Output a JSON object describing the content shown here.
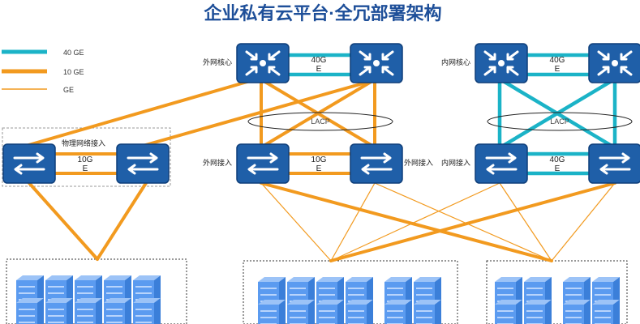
{
  "title": "企业私有云平台·全冗部署架构",
  "legend": [
    {
      "label": "40 GE",
      "color": "#1bb3c7"
    },
    {
      "label": "10 GE",
      "color": "#f29a1f"
    },
    {
      "label": "GE",
      "color": "#f29a1f"
    }
  ],
  "groups": {
    "physical_access": "物理网络接入",
    "outer_core": "外网核心",
    "outer_access_left": "外网接入",
    "outer_access_right": "外网接入",
    "inner_core": "内网核心",
    "inner_access": "内网接入"
  },
  "link_labels": {
    "phys_10g": [
      "10G",
      "E"
    ],
    "outer_core_40g": [
      "40G",
      "E"
    ],
    "outer_access_10g": [
      "10G",
      "E"
    ],
    "inner_core_40g": [
      "40G",
      "E"
    ],
    "inner_access_40g": [
      "40G",
      "E"
    ]
  },
  "lacp": [
    "LACP",
    "LACP"
  ],
  "colors": {
    "switch": "#1f5fa8",
    "switch_edge": "#0f3f7a",
    "ge_40": "#1bb3c7",
    "ge_10": "#f29a1f",
    "server": "#5b9bf0"
  }
}
